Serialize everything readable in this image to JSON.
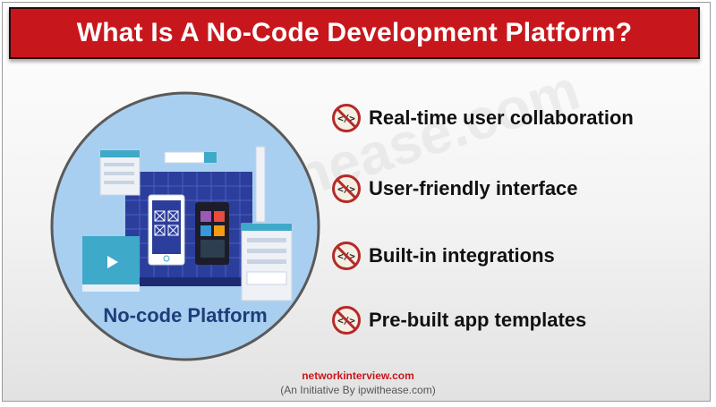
{
  "banner": {
    "title": "What Is A No-Code Development Platform?",
    "background_color": "#c8171c",
    "text_color": "#ffffff"
  },
  "illustration": {
    "caption": "No-code Platform",
    "circle_color": "#a9cff0",
    "caption_color": "#1f3d7a"
  },
  "features": [
    {
      "icon": "no-code-tag-icon",
      "label": "Real-time user collaboration"
    },
    {
      "icon": "no-code-tag-icon",
      "label": "User-friendly interface"
    },
    {
      "icon": "no-code-tag-icon",
      "label": "Built-in integrations"
    },
    {
      "icon": "no-code-tag-icon",
      "label": "Pre-built app templates"
    }
  ],
  "watermark": "ipwithease.com",
  "footer": {
    "site": "networkinterview.com",
    "tagline": "(An Initiative By ipwithease.com)"
  }
}
